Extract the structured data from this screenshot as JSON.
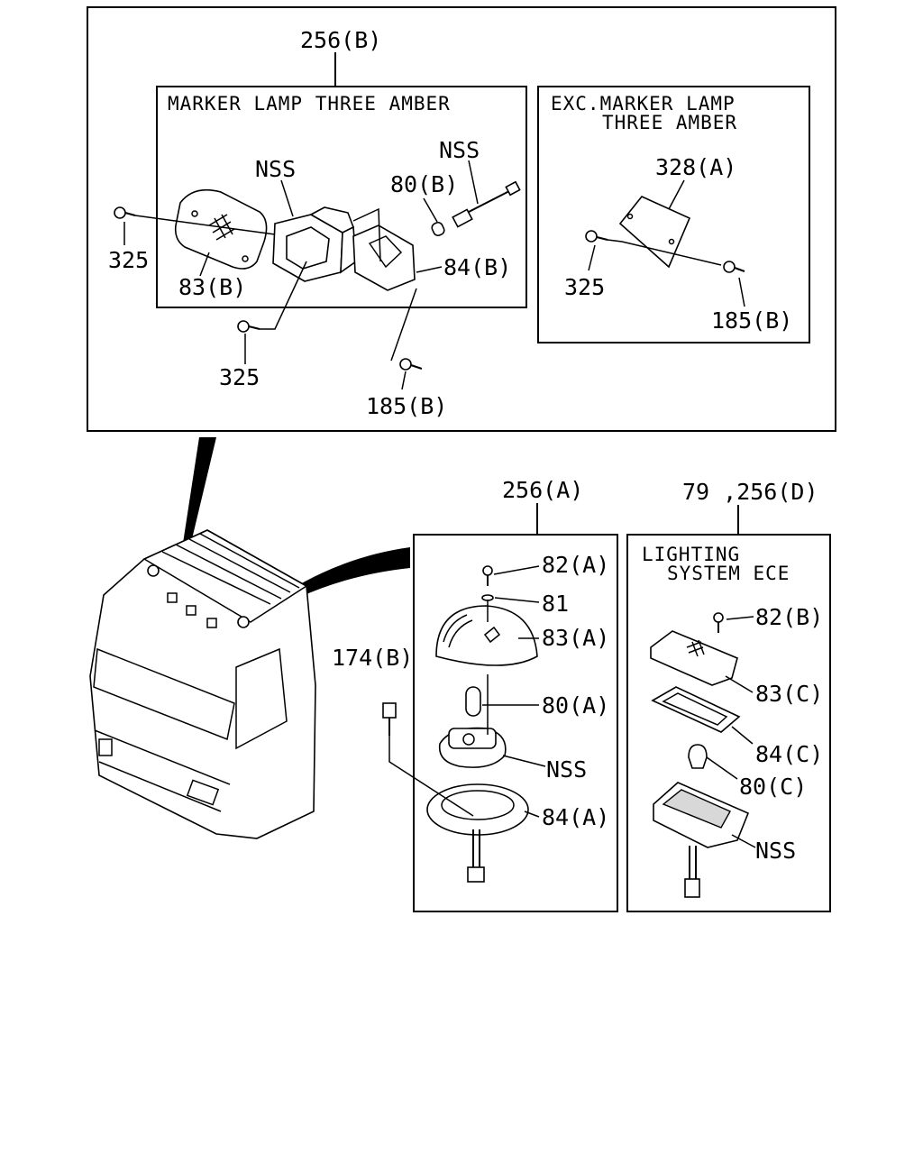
{
  "boxes": {
    "top_main": {
      "ref": "256(B)"
    },
    "marker_lamp": {
      "title": "MARKER LAMP THREE AMBER"
    },
    "exc_marker_lamp": {
      "title_line1": "EXC.MARKER LAMP",
      "title_line2": "THREE AMBER"
    },
    "lamp_a": {
      "ref": "256(A)"
    },
    "lighting_system": {
      "ref": "79 ,256(D)",
      "title_line1": "LIGHTING",
      "title_line2": "SYSTEM ECE"
    }
  },
  "labels": {
    "nss_1": "NSS",
    "nss_2": "NSS",
    "p80b": "80(B)",
    "p325_1": "325",
    "p83b": "83(B)",
    "p84b": "84(B)",
    "p325_2": "325",
    "p185b_1": "185(B)",
    "p328a": "328(A)",
    "p325_3": "325",
    "p185b_2": "185(B)",
    "p174b": "174(B)",
    "p82a": "82(A)",
    "p81": "81",
    "p83a": "83(A)",
    "p80a": "80(A)",
    "nss_3": "NSS",
    "p84a": "84(A)",
    "p82b": "82(B)",
    "p83c": "83(C)",
    "p84c": "84(C)",
    "p80c": "80(C)",
    "nss_4": "NSS"
  }
}
